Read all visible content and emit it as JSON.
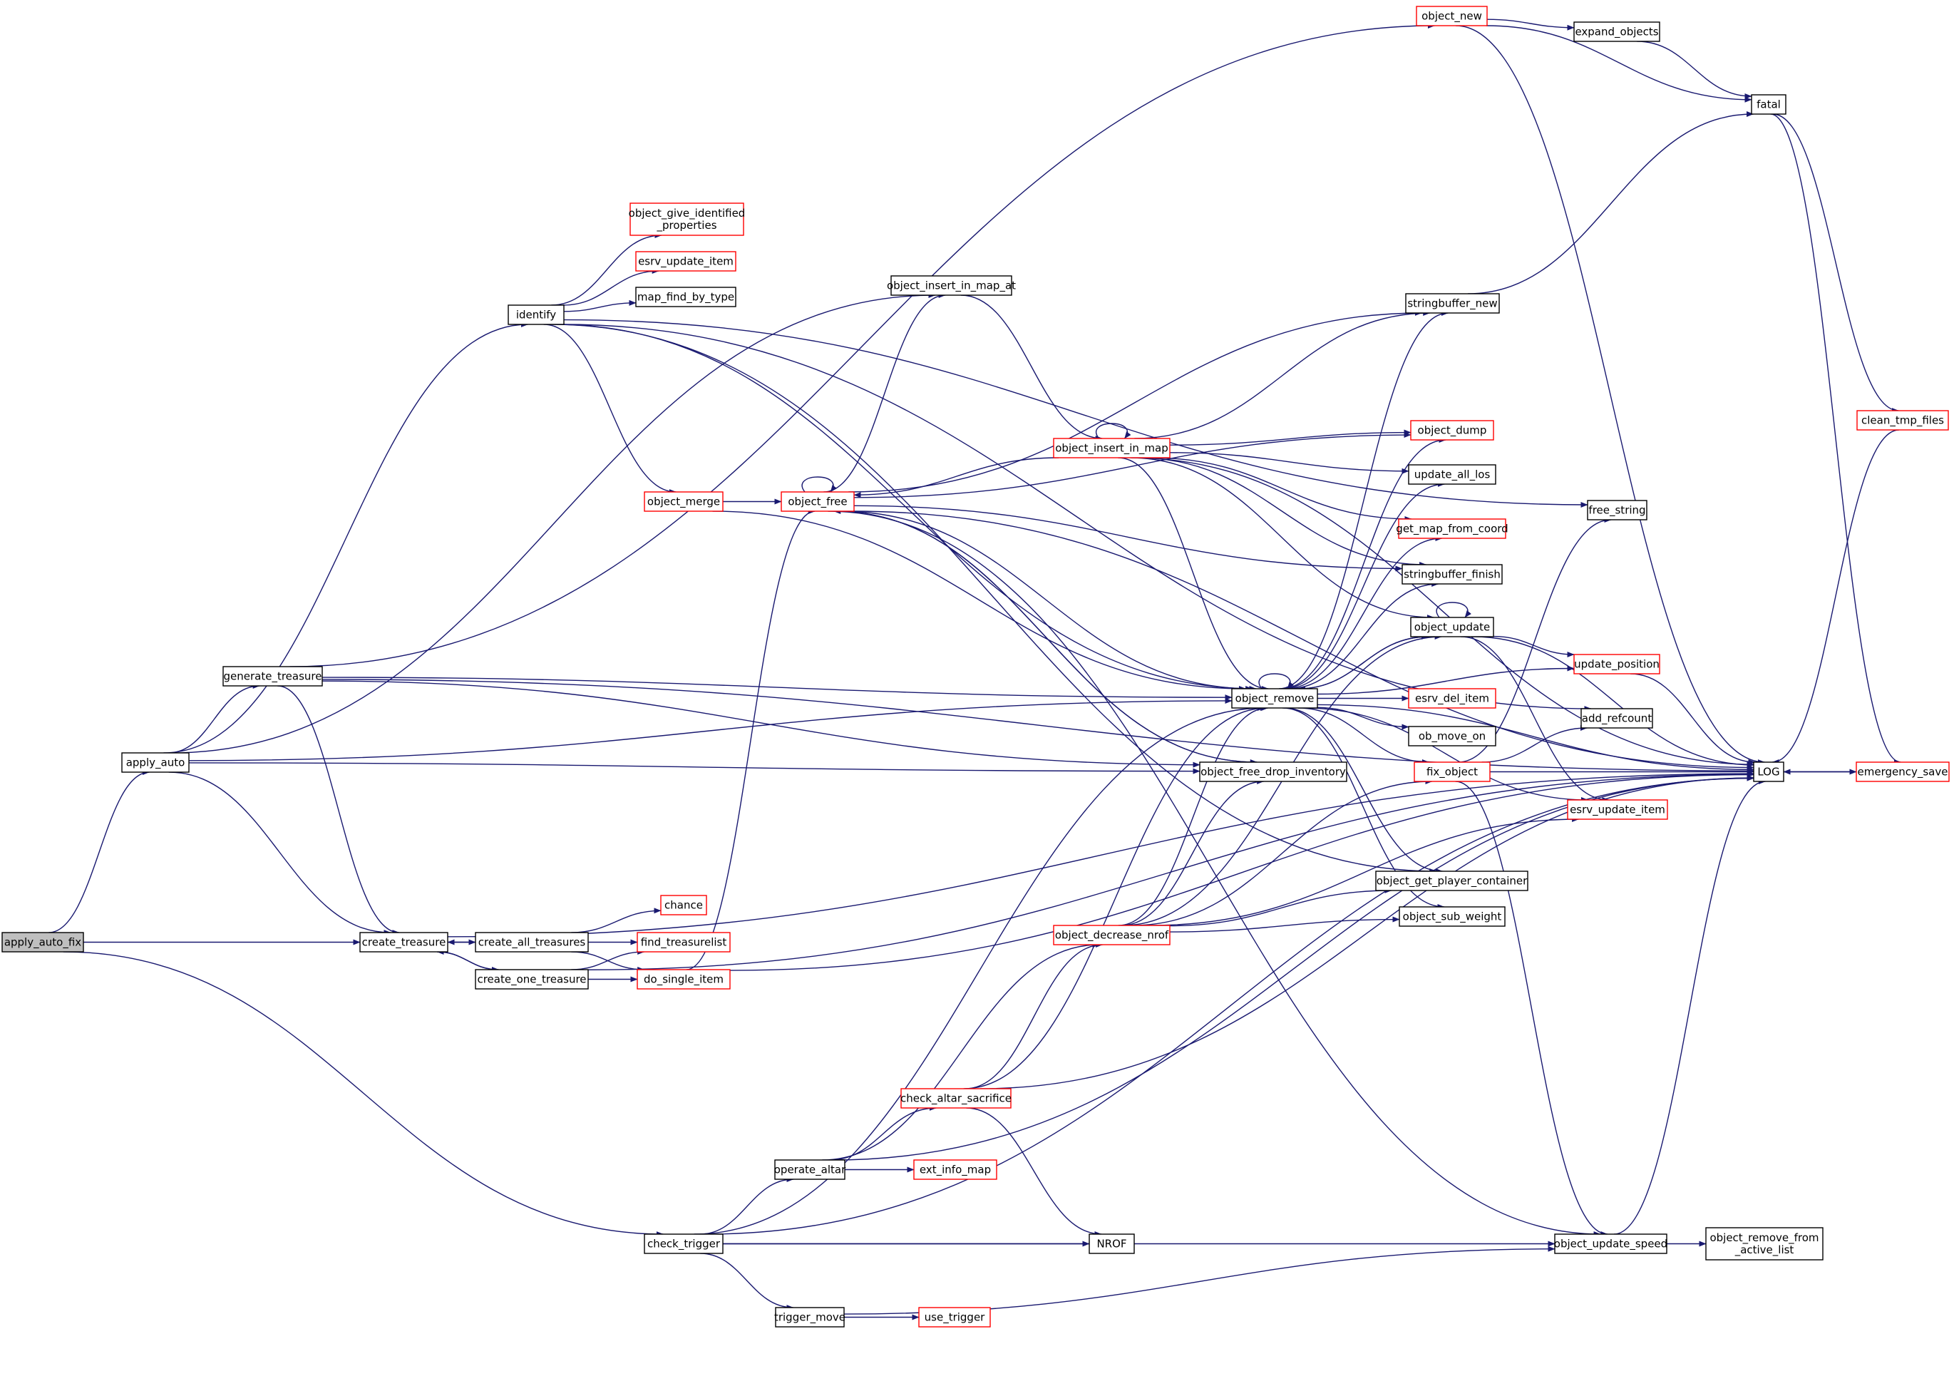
{
  "colors": {
    "edge": "#191970",
    "node_border": "#000000",
    "node_border_incomplete": "#ff0000",
    "root_fill": "#bfbfbf",
    "node_fill": "#ffffff"
  },
  "nodes": [
    {
      "id": "apply_auto_fix",
      "label": [
        "apply_auto_fix"
      ],
      "style": "root"
    },
    {
      "id": "apply_auto",
      "label": [
        "apply_auto"
      ],
      "style": "normal"
    },
    {
      "id": "create_treasure",
      "label": [
        "create_treasure"
      ],
      "style": "normal"
    },
    {
      "id": "check_trigger",
      "label": [
        "check_trigger"
      ],
      "style": "normal"
    },
    {
      "id": "generate_treasure",
      "label": [
        "generate_treasure"
      ],
      "style": "normal"
    },
    {
      "id": "identify",
      "label": [
        "identify"
      ],
      "style": "normal"
    },
    {
      "id": "object_give_identified_properties",
      "label": [
        "object_give_identified",
        "_properties"
      ],
      "style": "red"
    },
    {
      "id": "esrv_update_item_a",
      "label": [
        "esrv_update_item"
      ],
      "style": "red"
    },
    {
      "id": "map_find_by_type",
      "label": [
        "map_find_by_type"
      ],
      "style": "normal"
    },
    {
      "id": "object_merge",
      "label": [
        "object_merge"
      ],
      "style": "red"
    },
    {
      "id": "object_insert_in_map_at",
      "label": [
        "object_insert_in_map_at"
      ],
      "style": "normal"
    },
    {
      "id": "object_free",
      "label": [
        "object_free"
      ],
      "style": "red"
    },
    {
      "id": "object_new",
      "label": [
        "object_new"
      ],
      "style": "red"
    },
    {
      "id": "expand_objects",
      "label": [
        "expand_objects"
      ],
      "style": "normal"
    },
    {
      "id": "fatal",
      "label": [
        "fatal"
      ],
      "style": "normal"
    },
    {
      "id": "stringbuffer_new",
      "label": [
        "stringbuffer_new"
      ],
      "style": "normal"
    },
    {
      "id": "object_insert_in_map",
      "label": [
        "object_insert_in_map"
      ],
      "style": "red"
    },
    {
      "id": "object_dump",
      "label": [
        "object_dump"
      ],
      "style": "red"
    },
    {
      "id": "update_all_los",
      "label": [
        "update_all_los"
      ],
      "style": "normal"
    },
    {
      "id": "get_map_from_coord",
      "label": [
        "get_map_from_coord"
      ],
      "style": "red"
    },
    {
      "id": "stringbuffer_finish",
      "label": [
        "stringbuffer_finish"
      ],
      "style": "normal"
    },
    {
      "id": "object_update",
      "label": [
        "object_update"
      ],
      "style": "normal"
    },
    {
      "id": "free_string",
      "label": [
        "free_string"
      ],
      "style": "normal"
    },
    {
      "id": "clean_tmp_files",
      "label": [
        "clean_tmp_files"
      ],
      "style": "red"
    },
    {
      "id": "update_position",
      "label": [
        "update_position"
      ],
      "style": "red"
    },
    {
      "id": "object_remove",
      "label": [
        "object_remove"
      ],
      "style": "normal"
    },
    {
      "id": "esrv_del_item",
      "label": [
        "esrv_del_item"
      ],
      "style": "red"
    },
    {
      "id": "ob_move_on",
      "label": [
        "ob_move_on"
      ],
      "style": "normal"
    },
    {
      "id": "add_refcount",
      "label": [
        "add_refcount"
      ],
      "style": "normal"
    },
    {
      "id": "fix_object",
      "label": [
        "fix_object"
      ],
      "style": "red"
    },
    {
      "id": "object_free_drop_inventory",
      "label": [
        "object_free_drop_inventory"
      ],
      "style": "normal"
    },
    {
      "id": "LOG",
      "label": [
        "LOG"
      ],
      "style": "normal"
    },
    {
      "id": "emergency_save",
      "label": [
        "emergency_save"
      ],
      "style": "red"
    },
    {
      "id": "esrv_update_item_b",
      "label": [
        "esrv_update_item"
      ],
      "style": "red"
    },
    {
      "id": "object_get_player_container",
      "label": [
        "object_get_player_container"
      ],
      "style": "normal"
    },
    {
      "id": "object_sub_weight",
      "label": [
        "object_sub_weight"
      ],
      "style": "normal"
    },
    {
      "id": "object_decrease_nrof",
      "label": [
        "object_decrease_nrof"
      ],
      "style": "red"
    },
    {
      "id": "chance",
      "label": [
        "chance"
      ],
      "style": "red"
    },
    {
      "id": "create_all_treasures",
      "label": [
        "create_all_treasures"
      ],
      "style": "normal"
    },
    {
      "id": "find_treasurelist",
      "label": [
        "find_treasurelist"
      ],
      "style": "red"
    },
    {
      "id": "create_one_treasure",
      "label": [
        "create_one_treasure"
      ],
      "style": "normal"
    },
    {
      "id": "do_single_item",
      "label": [
        "do_single_item"
      ],
      "style": "red"
    },
    {
      "id": "check_altar_sacrifice",
      "label": [
        "check_altar_sacrifice"
      ],
      "style": "red"
    },
    {
      "id": "operate_altar",
      "label": [
        "operate_altar"
      ],
      "style": "normal"
    },
    {
      "id": "ext_info_map",
      "label": [
        "ext_info_map"
      ],
      "style": "red"
    },
    {
      "id": "NROF",
      "label": [
        "NROF"
      ],
      "style": "normal"
    },
    {
      "id": "object_update_speed",
      "label": [
        "object_update_speed"
      ],
      "style": "normal"
    },
    {
      "id": "object_remove_from_active_list",
      "label": [
        "object_remove_from",
        "_active_list"
      ],
      "style": "normal"
    },
    {
      "id": "trigger_move",
      "label": [
        "trigger_move"
      ],
      "style": "normal"
    },
    {
      "id": "use_trigger",
      "label": [
        "use_trigger"
      ],
      "style": "red"
    }
  ],
  "edges": [
    [
      "apply_auto_fix",
      "apply_auto"
    ],
    [
      "apply_auto_fix",
      "create_treasure"
    ],
    [
      "apply_auto_fix",
      "check_trigger"
    ],
    [
      "apply_auto",
      "generate_treasure"
    ],
    [
      "apply_auto",
      "identify"
    ],
    [
      "apply_auto",
      "object_insert_in_map_at"
    ],
    [
      "apply_auto",
      "object_remove"
    ],
    [
      "apply_auto",
      "object_free_drop_inventory"
    ],
    [
      "apply_auto",
      "create_treasure"
    ],
    [
      "generate_treasure",
      "object_new"
    ],
    [
      "generate_treasure",
      "LOG"
    ],
    [
      "generate_treasure",
      "object_remove"
    ],
    [
      "generate_treasure",
      "object_free_drop_inventory"
    ],
    [
      "generate_treasure",
      "create_treasure"
    ],
    [
      "identify",
      "add_refcount"
    ],
    [
      "identify",
      "object_give_identified_properties"
    ],
    [
      "identify",
      "esrv_update_item_a"
    ],
    [
      "identify",
      "map_find_by_type"
    ],
    [
      "identify",
      "free_string"
    ],
    [
      "identify",
      "object_merge"
    ],
    [
      "identify",
      "object_remove"
    ],
    [
      "identify",
      "object_get_player_container"
    ],
    [
      "object_merge",
      "object_free"
    ],
    [
      "object_merge",
      "object_remove"
    ],
    [
      "object_insert_in_map_at",
      "object_insert_in_map"
    ],
    [
      "object_free",
      "object_free"
    ],
    [
      "object_free",
      "object_insert_in_map_at"
    ],
    [
      "object_free",
      "stringbuffer_new"
    ],
    [
      "object_free",
      "object_dump"
    ],
    [
      "object_free",
      "stringbuffer_finish"
    ],
    [
      "object_free",
      "LOG"
    ],
    [
      "object_free",
      "object_remove"
    ],
    [
      "object_free",
      "object_free_drop_inventory"
    ],
    [
      "object_free",
      "object_update_speed"
    ],
    [
      "object_new",
      "expand_objects"
    ],
    [
      "object_new",
      "fatal"
    ],
    [
      "object_new",
      "LOG"
    ],
    [
      "expand_objects",
      "fatal"
    ],
    [
      "fatal",
      "clean_tmp_files"
    ],
    [
      "fatal",
      "emergency_save"
    ],
    [
      "stringbuffer_new",
      "fatal"
    ],
    [
      "object_insert_in_map",
      "object_insert_in_map"
    ],
    [
      "object_insert_in_map",
      "object_free"
    ],
    [
      "object_insert_in_map",
      "stringbuffer_new"
    ],
    [
      "object_insert_in_map",
      "object_dump"
    ],
    [
      "object_insert_in_map",
      "update_all_los"
    ],
    [
      "object_insert_in_map",
      "get_map_from_coord"
    ],
    [
      "object_insert_in_map",
      "stringbuffer_finish"
    ],
    [
      "object_insert_in_map",
      "object_update"
    ],
    [
      "object_insert_in_map",
      "object_remove"
    ],
    [
      "object_insert_in_map",
      "LOG"
    ],
    [
      "object_update",
      "object_update"
    ],
    [
      "object_update",
      "update_position"
    ],
    [
      "object_update",
      "esrv_update_item_b"
    ],
    [
      "object_update",
      "LOG"
    ],
    [
      "object_update",
      "object_remove"
    ],
    [
      "update_position",
      "LOG"
    ],
    [
      "object_remove",
      "object_remove"
    ],
    [
      "object_remove",
      "stringbuffer_new"
    ],
    [
      "object_remove",
      "object_dump"
    ],
    [
      "object_remove",
      "update_all_los"
    ],
    [
      "object_remove",
      "get_map_from_coord"
    ],
    [
      "object_remove",
      "stringbuffer_finish"
    ],
    [
      "object_remove",
      "object_update"
    ],
    [
      "object_remove",
      "update_position"
    ],
    [
      "object_remove",
      "esrv_del_item"
    ],
    [
      "object_remove",
      "ob_move_on"
    ],
    [
      "object_remove",
      "fix_object"
    ],
    [
      "object_remove",
      "LOG"
    ],
    [
      "object_remove",
      "esrv_update_item_b"
    ],
    [
      "object_remove",
      "object_get_player_container"
    ],
    [
      "object_remove",
      "object_sub_weight"
    ],
    [
      "object_free_drop_inventory",
      "object_free"
    ],
    [
      "fix_object",
      "free_string"
    ],
    [
      "fix_object",
      "add_refcount"
    ],
    [
      "fix_object",
      "LOG"
    ],
    [
      "fix_object",
      "object_update_speed"
    ],
    [
      "LOG",
      "emergency_save"
    ],
    [
      "emergency_save",
      "LOG"
    ],
    [
      "clean_tmp_files",
      "LOG"
    ],
    [
      "object_decrease_nrof",
      "object_remove"
    ],
    [
      "object_decrease_nrof",
      "object_free_drop_inventory"
    ],
    [
      "object_decrease_nrof",
      "fix_object"
    ],
    [
      "object_decrease_nrof",
      "object_get_player_container"
    ],
    [
      "object_decrease_nrof",
      "object_sub_weight"
    ],
    [
      "object_decrease_nrof",
      "esrv_update_item_b"
    ],
    [
      "object_decrease_nrof",
      "object_update"
    ],
    [
      "create_treasure",
      "create_all_treasures"
    ],
    [
      "create_treasure",
      "create_one_treasure"
    ],
    [
      "create_treasure",
      "LOG"
    ],
    [
      "create_all_treasures",
      "chance"
    ],
    [
      "create_all_treasures",
      "find_treasurelist"
    ],
    [
      "create_all_treasures",
      "do_single_item"
    ],
    [
      "create_all_treasures",
      "create_treasure"
    ],
    [
      "create_one_treasure",
      "find_treasurelist"
    ],
    [
      "create_one_treasure",
      "do_single_item"
    ],
    [
      "create_one_treasure",
      "create_treasure"
    ],
    [
      "create_one_treasure",
      "LOG"
    ],
    [
      "do_single_item",
      "object_free"
    ],
    [
      "do_single_item",
      "LOG"
    ],
    [
      "check_trigger",
      "object_remove"
    ],
    [
      "check_trigger",
      "operate_altar"
    ],
    [
      "check_trigger",
      "NROF"
    ],
    [
      "check_trigger",
      "LOG"
    ],
    [
      "check_trigger",
      "trigger_move"
    ],
    [
      "check_trigger",
      "object_update_speed"
    ],
    [
      "operate_altar",
      "object_decrease_nrof"
    ],
    [
      "operate_altar",
      "check_altar_sacrifice"
    ],
    [
      "operate_altar",
      "ext_info_map"
    ],
    [
      "operate_altar",
      "LOG"
    ],
    [
      "check_altar_sacrifice",
      "object_remove"
    ],
    [
      "check_altar_sacrifice",
      "object_decrease_nrof"
    ],
    [
      "check_altar_sacrifice",
      "LOG"
    ],
    [
      "check_altar_sacrifice",
      "NROF"
    ],
    [
      "object_update_speed",
      "object_remove_from_active_list"
    ],
    [
      "object_update_speed",
      "LOG"
    ],
    [
      "trigger_move",
      "use_trigger"
    ],
    [
      "trigger_move",
      "object_update_speed"
    ]
  ]
}
